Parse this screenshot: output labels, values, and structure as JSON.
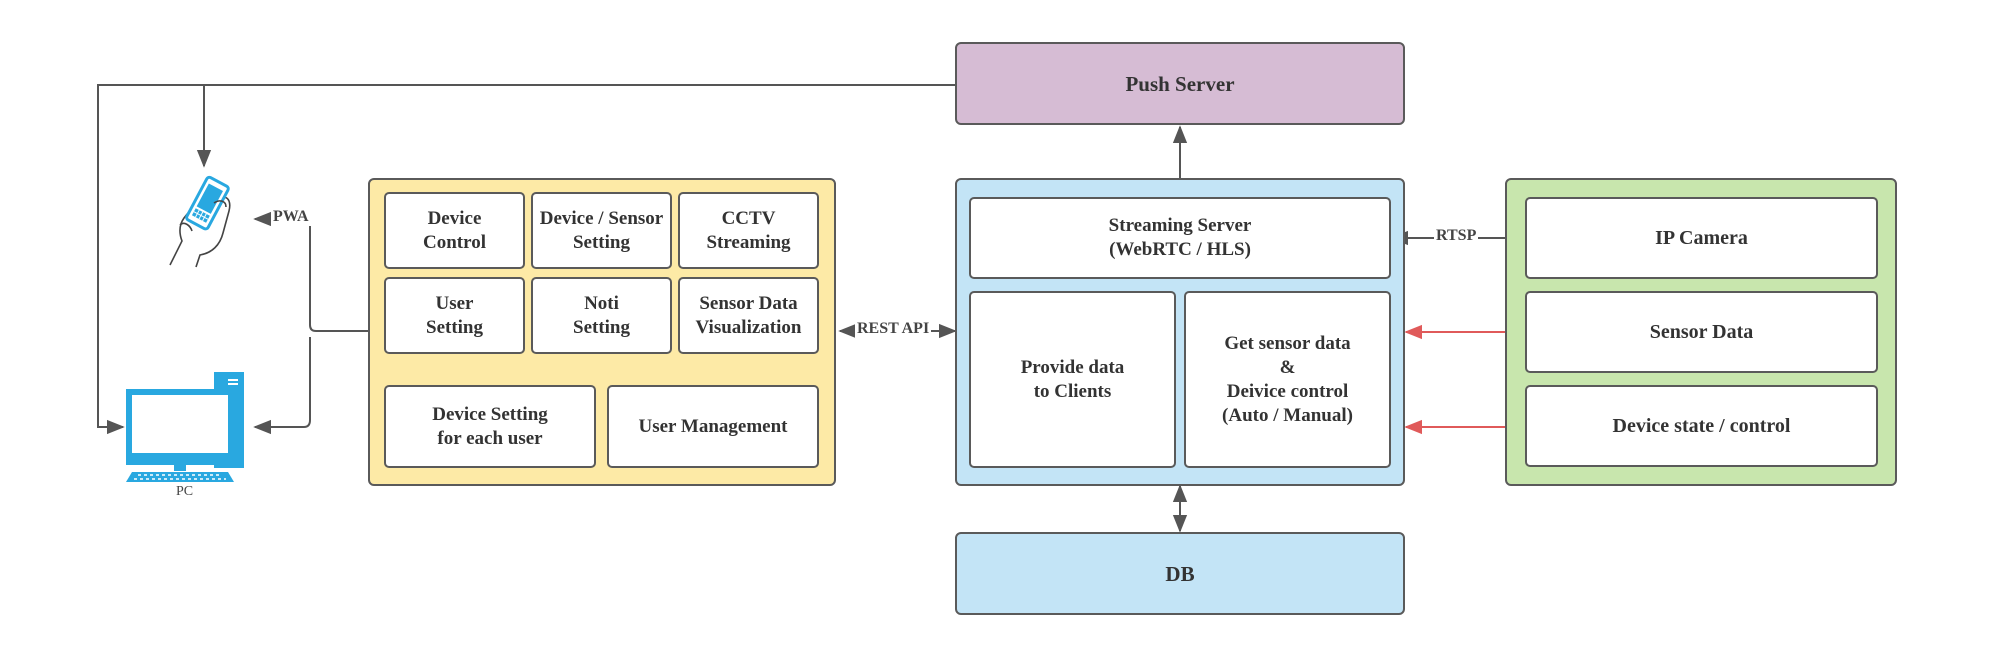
{
  "push_server": "Push Server",
  "db": "DB",
  "client_app": {
    "modules": [
      {
        "lines": [
          "Device",
          "Control"
        ]
      },
      {
        "lines": [
          "Device / Sensor",
          "Setting"
        ]
      },
      {
        "lines": [
          "CCTV",
          "Streaming"
        ]
      },
      {
        "lines": [
          "User",
          "Setting"
        ]
      },
      {
        "lines": [
          "Noti",
          "Setting"
        ]
      },
      {
        "lines": [
          "Sensor Data",
          "Visualization"
        ]
      }
    ],
    "admin_modules": [
      {
        "lines": [
          "Device Setting",
          "for each user"
        ]
      },
      {
        "lines": [
          "User Management"
        ]
      }
    ]
  },
  "main_server": {
    "streaming": [
      "Streaming Server",
      "(WebRTC / HLS)"
    ],
    "provide": [
      "Provide data",
      "to Clients"
    ],
    "sensor_control": [
      "Get sensor data",
      "&",
      "Deivice control",
      "(Auto / Manual)"
    ]
  },
  "devices": {
    "ip_camera": "IP Camera",
    "sensor_data": "Sensor Data",
    "device_state": "Device state / control"
  },
  "labels": {
    "pwa": "PWA",
    "rest_api": "REST API",
    "rtsp": "RTSP",
    "pc": "PC"
  },
  "colors": {
    "push_server": "#d6bcd4",
    "client_panel": "#fdeaa6",
    "server_panel": "#c3e4f6",
    "device_panel": "#c8e6ad",
    "db": "#c3e4f6",
    "red_link": "#e05a5a",
    "device_icon": "#29a8e0"
  },
  "icons": [
    "hand-phone-icon",
    "pc-icon"
  ]
}
